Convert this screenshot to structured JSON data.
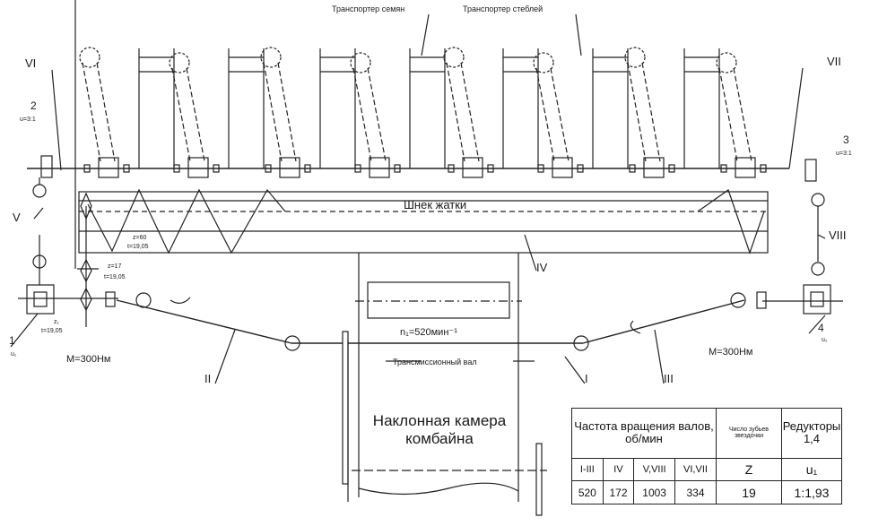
{
  "labels": {
    "seed_conveyor": "Транспортер семян",
    "stalk_conveyor": "Транспортер стеблей",
    "auger": "Шнек жатки",
    "chamber_line1": "Наклонная камера",
    "chamber_line2": "комбайна",
    "drive_shaft": "Трансмиссионный вал",
    "speed": "n₁=520мин⁻¹",
    "torque_left": "M=300Нм",
    "torque_right": "M=300Нм",
    "sprocket_top_z": "z=60",
    "sprocket_top_t": "t=19,05",
    "sprocket_mid_z": "z=17",
    "sprocket_mid_t": "t=19,05",
    "sprocket_low_z": "z₁",
    "sprocket_low_t": "t=19,05"
  },
  "shafts": [
    "I",
    "II",
    "III",
    "IV",
    "V",
    "VI",
    "VII",
    "VIII"
  ],
  "gearboxes": {
    "g1": "1",
    "g1_ratio": "u₁",
    "g2": "2",
    "g2_ratio": "u=3:1",
    "g3": "3",
    "g3_ratio": "u=3:1",
    "g4": "4",
    "g4_ratio": "u₁"
  },
  "table": {
    "header_speed": "Частота вращения валов, об/мин",
    "header_teeth": "Число зубьев звездочки",
    "header_reducers": "Редукторы 1,4",
    "col_labels": [
      "I-III",
      "IV",
      "V,VIII",
      "VI,VII"
    ],
    "z_label": "Z",
    "u_label": "u₁",
    "values": [
      "520",
      "172",
      "1003",
      "334"
    ],
    "z_value": "19",
    "u_value": "1:1,93"
  }
}
